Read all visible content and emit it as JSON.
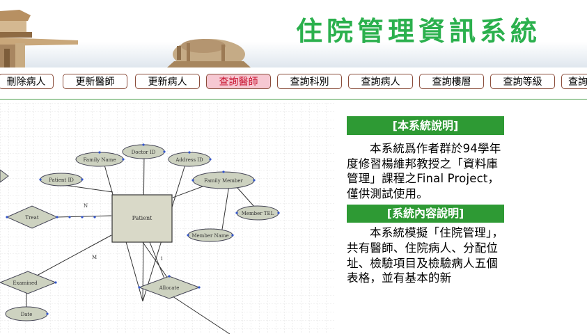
{
  "banner": {
    "title": "住院管理資訊系統"
  },
  "nav": {
    "buttons": [
      {
        "label": "刪除病人",
        "active": false
      },
      {
        "label": "更新醫師",
        "active": false
      },
      {
        "label": "更新病人",
        "active": false
      },
      {
        "label": "查詢醫師",
        "active": true
      },
      {
        "label": "查詢科別",
        "active": false
      },
      {
        "label": "查詢病人",
        "active": false
      },
      {
        "label": "查詢樓層",
        "active": false
      },
      {
        "label": "查詢等級",
        "active": false
      },
      {
        "label": "查詢",
        "active": false
      }
    ]
  },
  "diagram": {
    "entity_label": "Patient",
    "attributes": [
      "Patient ID",
      "Family Name",
      "Doctor ID",
      "Address ID",
      "Family Member",
      "Member TEL",
      "Member Name",
      "Date"
    ],
    "relationships": [
      "Treat",
      "Examined",
      "Allocate"
    ],
    "cardinalities": [
      "N",
      "M",
      "1"
    ]
  },
  "info": {
    "section1_title": "[本系統說明]",
    "section1_body": "本系統爲作者群於94學年度修習楊維邦教授之「資料庫管理」課程之Final Project，僅供測試使用。",
    "section2_title": "[系統內容說明]",
    "section2_body": "本系統模擬「住院管理」，共有醫師、住院病人、分配位址、檢驗項目及檢驗病人五個表格，並有基本的新"
  },
  "colors": {
    "title_green": "#2bb04d",
    "header_green": "#2e9a34",
    "active_bg": "#f6c8d2",
    "active_text": "#c8102e",
    "button_border": "#8a4c3a"
  }
}
